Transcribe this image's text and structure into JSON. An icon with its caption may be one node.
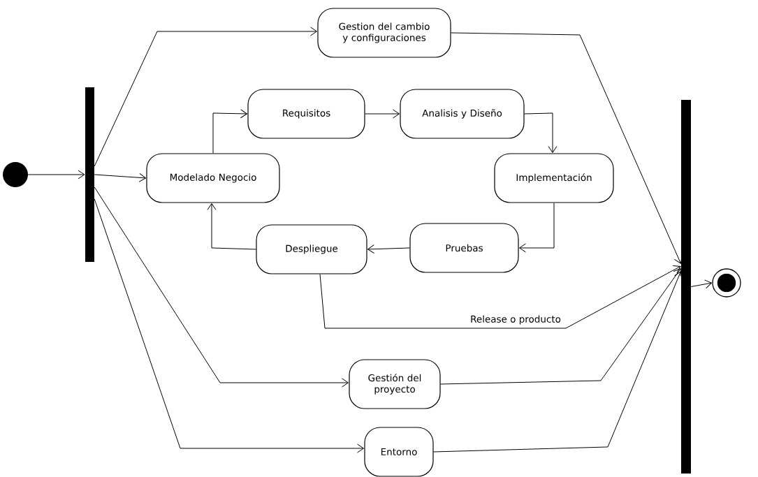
{
  "diagram": {
    "nodes": [
      {
        "text": [],
        "shape": "circle"
      },
      {
        "text": [],
        "shape": "bar"
      },
      {
        "text": [
          "Gestion del cambio y configuraciones"
        ]
      },
      {
        "text": [
          "Requisitos"
        ]
      },
      {
        "text": [
          "Analisis y Diseño"
        ]
      },
      {
        "text": [
          "Modelado Negocio"
        ]
      },
      {
        "text": [
          "Implementación"
        ]
      },
      {
        "text": [
          "Despliegue"
        ]
      },
      {
        "text": [
          "Pruebas"
        ]
      },
      {
        "text": [
          "Gestión del proyecto"
        ]
      },
      {
        "text": [
          "Entorno"
        ]
      },
      {
        "text": [],
        "shape": "bar"
      },
      {
        "text": [],
        "shape": "circle"
      }
    ],
    "edges": [
      {
        "from": 0,
        "to": 1,
        "arrow": "to"
      },
      {
        "from": 1,
        "to": 5,
        "arrow": "to"
      },
      {
        "from": 1,
        "to": 2,
        "arrow": "to"
      },
      {
        "from": 1,
        "to": 9,
        "arrow": "to"
      },
      {
        "from": 1,
        "to": 10,
        "arrow": "to"
      },
      {
        "from": 5,
        "to": 3,
        "arrow": "to"
      },
      {
        "from": 3,
        "to": 4,
        "arrow": "to"
      },
      {
        "from": 4,
        "to": 6,
        "arrow": "to"
      },
      {
        "from": 6,
        "to": 8,
        "arrow": "to"
      },
      {
        "from": 8,
        "to": 7,
        "arrow": "to"
      },
      {
        "from": 7,
        "to": 5,
        "arrow": "to"
      },
      {
        "from": 2,
        "to": 11,
        "arrow": "to"
      },
      {
        "from": 7,
        "to": 11,
        "arrow": "to",
        "label": "Release o producto"
      },
      {
        "from": 9,
        "to": 11,
        "arrow": "to"
      },
      {
        "from": 10,
        "to": 11,
        "arrow": "to"
      },
      {
        "from": 11,
        "to": 12,
        "arrow": "to"
      }
    ]
  }
}
